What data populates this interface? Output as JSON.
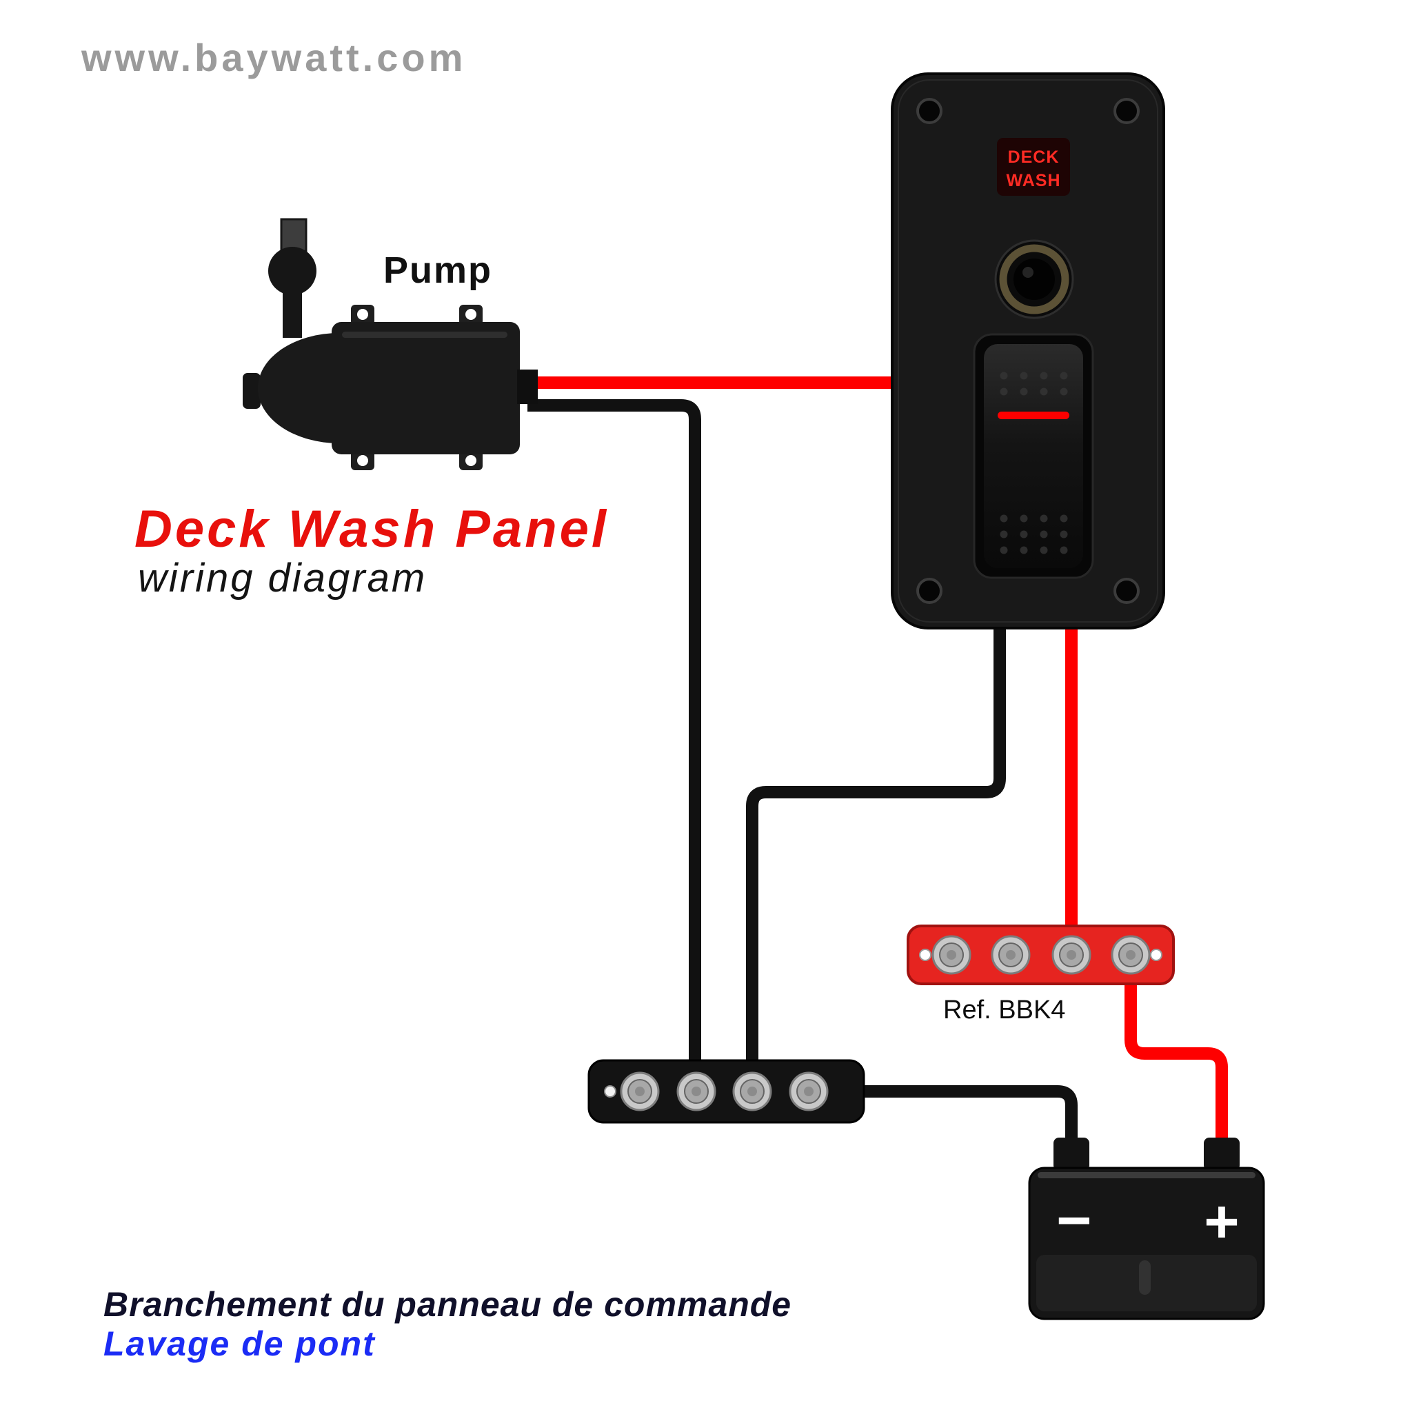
{
  "page": {
    "website": "www.baywatt.com",
    "title": "Deck Wash Panel",
    "subtitle": "wiring diagram",
    "caption_line1": "Branchement du panneau de commande",
    "caption_line2": "Lavage de pont"
  },
  "pump": {
    "label": "Pump"
  },
  "panel": {
    "badge_line1": "DECK",
    "badge_line2": "WASH"
  },
  "busbar_red": {
    "label": "Ref. BBK4"
  },
  "battery": {
    "minus_symbol": "−",
    "plus_symbol": "+"
  },
  "colors": {
    "wire_red": "#fe0000",
    "wire_black": "#111111",
    "title_red": "#e8100c",
    "website_gray": "#9b9b9b",
    "caption_blue": "#1b2cf5",
    "busbar_red": "#e62420",
    "badge_text_red": "#ff2b24"
  }
}
